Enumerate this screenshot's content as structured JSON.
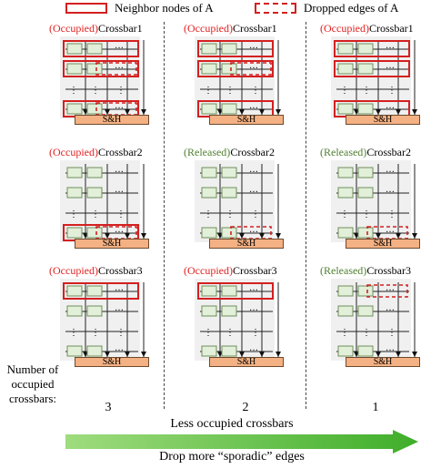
{
  "legend": {
    "neighbor": "Neighbor nodes of A",
    "dropped": "Dropped edges of A"
  },
  "colors": {
    "occupied_text": "#e02020",
    "released_text": "#4f7f2f",
    "highlight": "#d42020",
    "node_fill": "#e2efd9",
    "node_stroke": "#6f8f5a",
    "sh_fill": "#f4b183",
    "arrow_fill": "#63c24a"
  },
  "grid": [
    [
      {
        "status": "(Occupied)",
        "name": "Crossbar1",
        "kind": "occ",
        "solid_rows": [
          0,
          1,
          3
        ],
        "dashed_rows": [
          1,
          3
        ],
        "sh": "S&H"
      },
      {
        "status": "(Occupied)",
        "name": "Crossbar1",
        "kind": "occ",
        "solid_rows": [
          0,
          1,
          3
        ],
        "dashed_rows": [
          1
        ],
        "sh": "S&H"
      },
      {
        "status": "(Occupied)",
        "name": "Crossbar1",
        "kind": "occ",
        "solid_rows": [
          0,
          1,
          3
        ],
        "dashed_rows": [],
        "sh": "S&H"
      }
    ],
    [
      {
        "status": "(Occupied)",
        "name": "Crossbar2",
        "kind": "occ",
        "solid_rows": [
          3
        ],
        "dashed_rows": [
          3
        ],
        "sh": "S&H"
      },
      {
        "status": "(Released)",
        "name": "Crossbar2",
        "kind": "rel",
        "solid_rows": [],
        "dashed_rows": [
          3
        ],
        "sh": "S&H"
      },
      {
        "status": "(Released)",
        "name": "Crossbar2",
        "kind": "rel",
        "solid_rows": [],
        "dashed_rows": [
          3
        ],
        "sh": "S&H"
      }
    ],
    [
      {
        "status": "(Occupied)",
        "name": "Crossbar3",
        "kind": "occ",
        "solid_rows": [
          0
        ],
        "dashed_rows": [],
        "sh": "S&H"
      },
      {
        "status": "(Occupied)",
        "name": "Crossbar3",
        "kind": "occ",
        "solid_rows": [
          0
        ],
        "dashed_rows": [],
        "sh": "S&H"
      },
      {
        "status": "(Released)",
        "name": "Crossbar3",
        "kind": "rel",
        "solid_rows": [],
        "dashed_rows": [
          0
        ],
        "sh": "S&H"
      }
    ]
  ],
  "left_label": "Number of occupied crossbars:",
  "counts": [
    "3",
    "2",
    "1"
  ],
  "less_occupied": "Less occupied crossbars",
  "drop_more": "Drop more “sporadic” edges"
}
